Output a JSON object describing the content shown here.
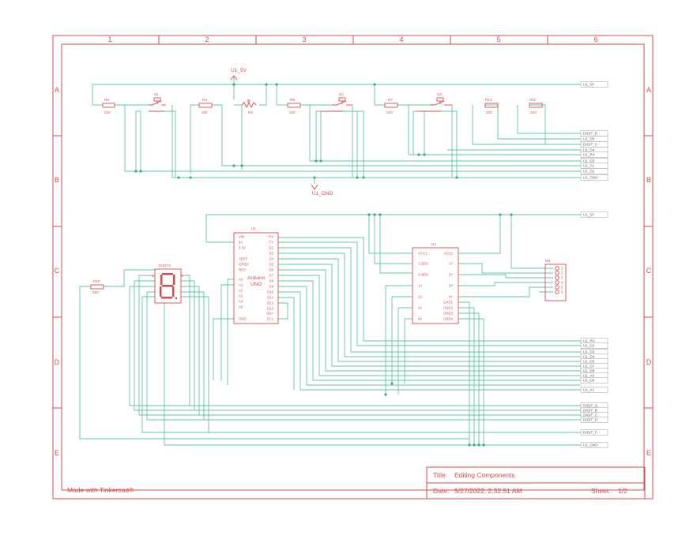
{
  "frame": {
    "columns": [
      "1",
      "2",
      "3",
      "4",
      "5",
      "6"
    ],
    "rows": [
      "A",
      "B",
      "C",
      "D",
      "E"
    ]
  },
  "footer": {
    "made_with": "Made with Tinkercad®"
  },
  "title_block": {
    "title_label": "Title:",
    "title_value": "Editing Components",
    "date_label": "Date:",
    "date_value": "5/27/2022, 2:32:51 AM",
    "sheet_label": "Sheet:",
    "sheet_value": "1/2"
  },
  "power": {
    "u1_5v": "U1_5V",
    "u1_gnd": "U1_GND"
  },
  "components": {
    "R5": {
      "name": "R5",
      "value": "220"
    },
    "S1": {
      "name": "S1"
    },
    "R4": {
      "name": "R4",
      "value": "10k"
    },
    "R2": {
      "name": "R2",
      "value": "1k"
    },
    "R6": {
      "name": "R6",
      "value": "220"
    },
    "S2": {
      "name": "S2"
    },
    "R7": {
      "name": "R7",
      "value": "220"
    },
    "S3": {
      "name": "S3"
    },
    "R14": {
      "name": "R14",
      "value": "220"
    },
    "R11": {
      "name": "R11",
      "value": "220"
    },
    "R10": {
      "name": "R10",
      "value": "220"
    },
    "DIGIT4": {
      "name": "DIGIT4"
    },
    "U1": {
      "name": "U1",
      "title": "Arduino",
      "subtitle": "UNO",
      "left_pins": [
        "VIN",
        "5V",
        "3.3V",
        "AREF",
        "IOREF",
        "RES",
        "A0",
        "A1",
        "A2",
        "A3",
        "A4",
        "A5",
        "GND"
      ],
      "right_pins": [
        "RX",
        "TX",
        "D2",
        "D3",
        "D4",
        "D5",
        "D6",
        "D7",
        "D8",
        "D9",
        "D10",
        "D11",
        "D12",
        "D13",
        "SDA",
        "SCL"
      ]
    },
    "U2": {
      "name": "U2",
      "left_pins": [
        "VCC1",
        "1-2EN",
        "3-4EN",
        "1A",
        "2A",
        "3A",
        "4A"
      ],
      "right_pins": [
        "VCC2",
        "1Y",
        "2Y",
        "3Y",
        "4Y",
        "GND1",
        "GND2",
        "GND3",
        "GND4"
      ]
    },
    "M3": {
      "name": "M3",
      "pins": [
        "1",
        "2",
        "3",
        "4",
        "5",
        "6"
      ]
    }
  },
  "net_labels_top": [
    "U1_5V",
    "DIGIT_B",
    "U1_D5",
    "DIGIT_C",
    "U1_D4",
    "U1_RX",
    "U1_D3",
    "U1_A1",
    "U1_D2",
    "U1_GND"
  ],
  "net_labels_mid": [
    "U1_5V",
    "U1_RX",
    "U1_D2",
    "U1_D3",
    "U1_D4",
    "U1_D5",
    "U1_D7",
    "U1_D8",
    "U1_A0",
    "U1_D6",
    "U1_A1"
  ],
  "net_labels_bottom": [
    "DIGIT_G",
    "DIGIT_B",
    "DIGIT_C",
    "DIGIT_D",
    "DIGIT_F",
    "U1_GND"
  ]
}
